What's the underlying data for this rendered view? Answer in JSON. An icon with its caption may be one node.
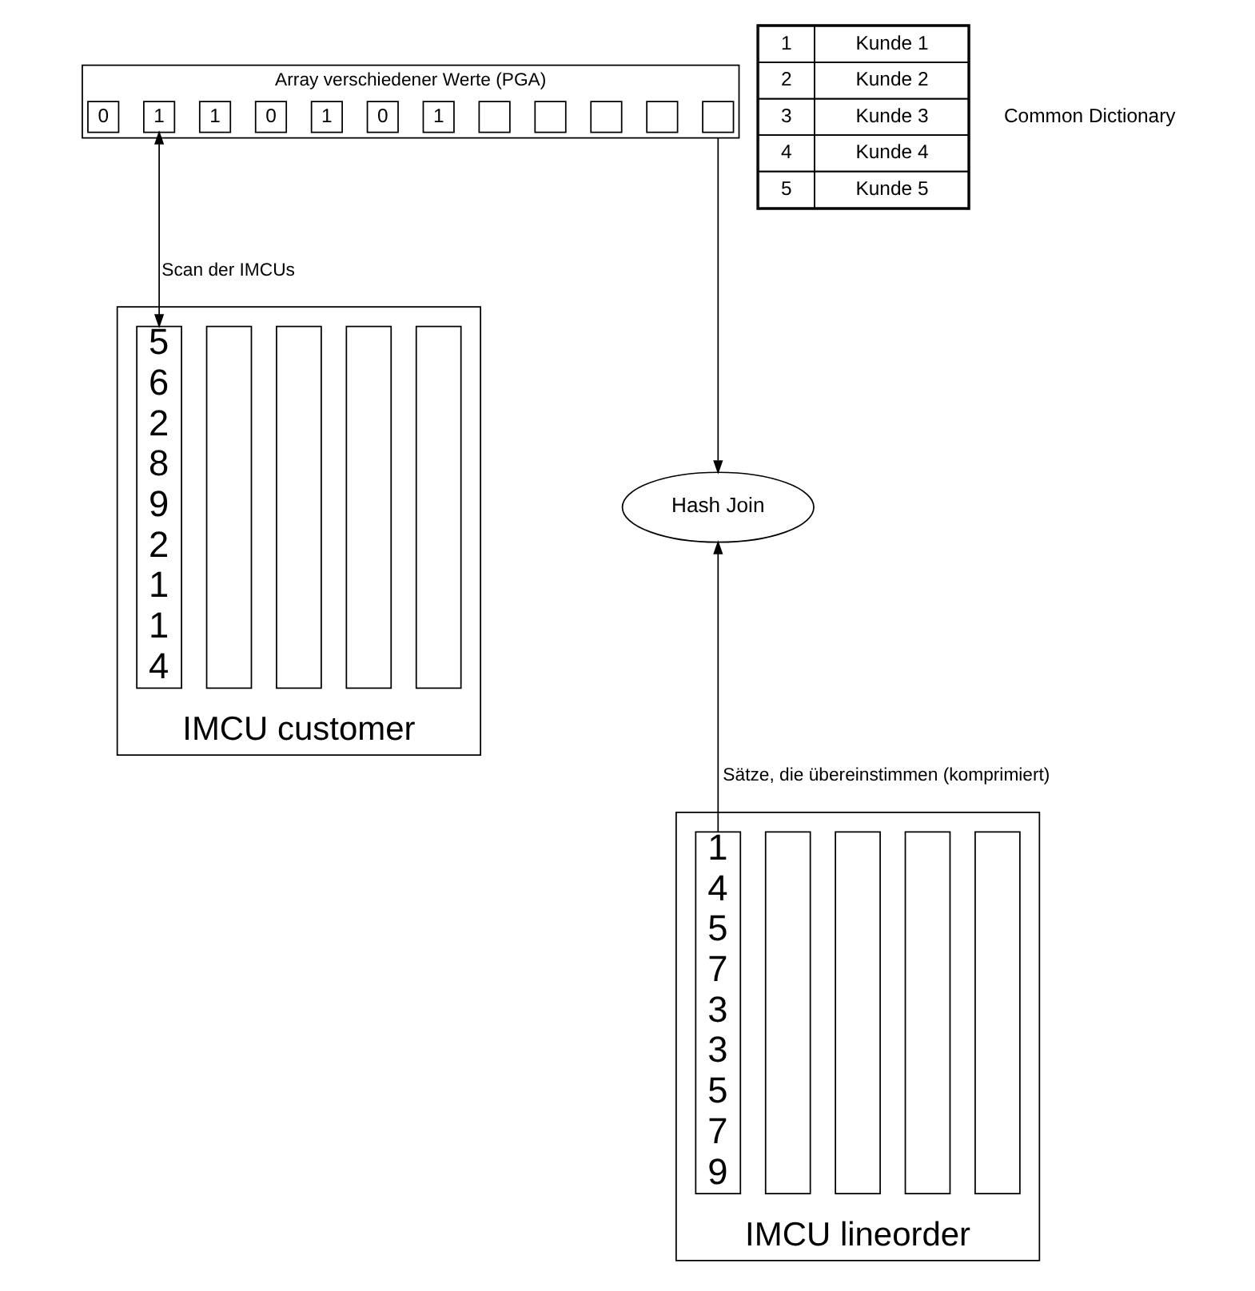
{
  "diagram": {
    "nodes": [
      {
        "text": [
          "Array verschiedener Werte (PGA)"
        ]
      },
      {
        "text": [
          "0"
        ],
        "in": 0
      },
      {
        "text": [
          "1"
        ],
        "in": 0
      },
      {
        "text": [
          "1"
        ],
        "in": 0
      },
      {
        "text": [
          "0"
        ],
        "in": 0
      },
      {
        "text": [
          "1"
        ],
        "in": 0
      },
      {
        "text": [
          "0"
        ],
        "in": 0
      },
      {
        "text": [
          "1"
        ],
        "in": 0
      },
      {
        "text": [],
        "shape": "box",
        "in": 0
      },
      {
        "text": [],
        "shape": "box",
        "in": 0
      },
      {
        "text": [],
        "shape": "box",
        "in": 0
      },
      {
        "text": [],
        "shape": "box",
        "in": 0
      },
      {
        "text": [],
        "shape": "box",
        "in": 0
      },
      {
        "text": [
          "Hash Join"
        ]
      },
      {
        "text": [
          "IMCU customer"
        ]
      },
      {
        "text": [
          "5 6 2 8 9 2 1 1 4"
        ],
        "in": 14
      },
      {
        "text": [],
        "shape": "bar",
        "in": 14
      },
      {
        "text": [],
        "shape": "bar",
        "in": 14
      },
      {
        "text": [],
        "shape": "bar",
        "in": 14
      },
      {
        "text": [],
        "shape": "bar",
        "in": 14
      },
      {
        "text": [
          "IMCU lineorder"
        ]
      },
      {
        "text": [
          "1 4 5 7 3 3 5 7 9"
        ],
        "in": 20
      },
      {
        "text": [],
        "shape": "bar",
        "in": 20
      },
      {
        "text": [],
        "shape": "bar",
        "in": 20
      },
      {
        "text": [],
        "shape": "bar",
        "in": 20
      },
      {
        "text": [],
        "shape": "bar",
        "in": 20
      }
    ],
    "edges": [
      {
        "from": 2,
        "to": 15,
        "arrow": "both",
        "label": "Scan der IMCUs"
      },
      {
        "from": 0,
        "to": 13,
        "arrow": "to"
      },
      {
        "from": 21,
        "to": 13,
        "arrow": "to",
        "label": "Sätze, die übereinstimmen (komprimiert)"
      }
    ],
    "labels": [
      "1",
      "Kunde 1",
      "2",
      "Kunde 2",
      "3",
      "Kunde 3",
      "4",
      "Kunde 4",
      "5",
      "Kunde 5",
      "Common Dictionary"
    ]
  }
}
